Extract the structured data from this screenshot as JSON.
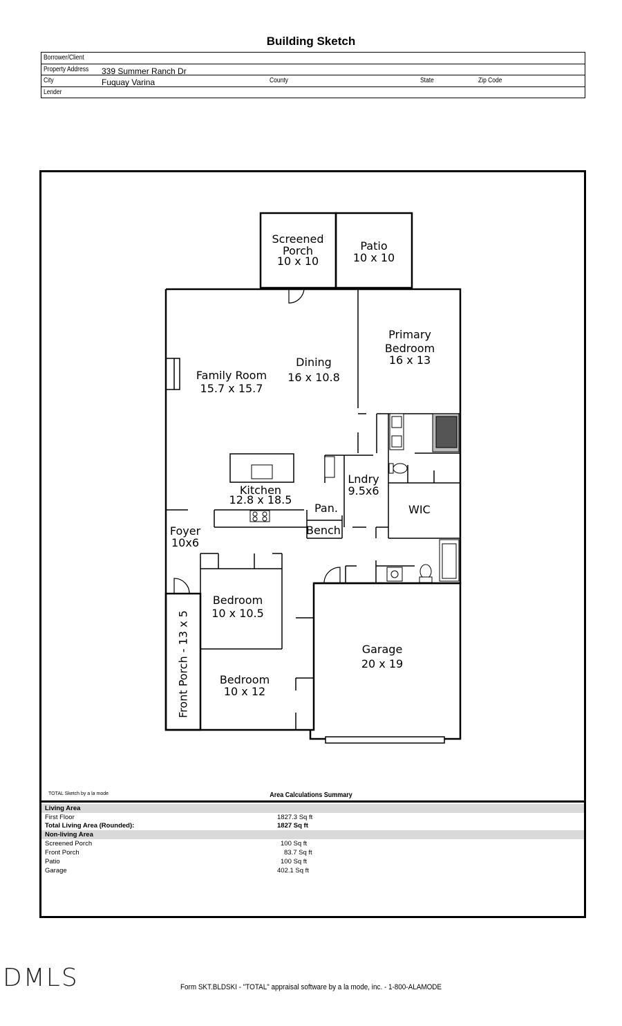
{
  "header": {
    "title": "Building Sketch",
    "borrower_label": "Borrower/Client",
    "borrower_value": "",
    "address_label": "Property Address",
    "address_value": "339 Summer Ranch Dr",
    "city_label": "City",
    "city_value": "Fuquay Varina",
    "county_label": "County",
    "state_label": "State",
    "zip_label": "Zip Code",
    "lender_label": "Lender"
  },
  "rooms": {
    "screened_porch": [
      "Screened",
      "Porch",
      "10 x 10"
    ],
    "patio": [
      "Patio",
      "10 x 10"
    ],
    "primary_bedroom": [
      "Primary",
      "Bedroom",
      "16 x 13"
    ],
    "family_room": [
      "Family Room",
      "15.7 x 15.7"
    ],
    "dining": [
      "Dining",
      "16 x 10.8"
    ],
    "kitchen": [
      "Kitchen",
      "12.8 x 18.5"
    ],
    "laundry": [
      "Lndry",
      "9.5x6"
    ],
    "pantry": "Pan.",
    "bench": "Bench",
    "wic": "WIC",
    "foyer": [
      "Foyer",
      "10x6"
    ],
    "bedroom1": [
      "Bedroom",
      "10 x 10.5"
    ],
    "bedroom2": [
      "Bedroom",
      "10 x 12"
    ],
    "front_porch": "Front Porch - 13 x 5",
    "garage": [
      "Garage",
      "20 x 19"
    ]
  },
  "area": {
    "software_note": "TOTAL Sketch by a la mode",
    "title": "Area Calculations Summary",
    "living_header": "Living Area",
    "first_floor_label": "First Floor",
    "first_floor_value": "1827.3 Sq ft",
    "total_label": "Total Living Area (Rounded):",
    "total_value": "1827 Sq ft",
    "nonliving_header": "Non-living Area",
    "nonliving": [
      {
        "label": "Screened Porch",
        "value": "100 Sq ft"
      },
      {
        "label": "Front Porch",
        "value": "83.7 Sq ft"
      },
      {
        "label": "Patio",
        "value": "100 Sq ft"
      },
      {
        "label": "Garage",
        "value": "402.1 Sq ft"
      }
    ]
  },
  "footer": {
    "logo": "DMLS",
    "form_text": "Form SKT.BLDSKI - \"TOTAL\" appraisal software by a la mode, inc. - 1-800-ALAMODE"
  }
}
